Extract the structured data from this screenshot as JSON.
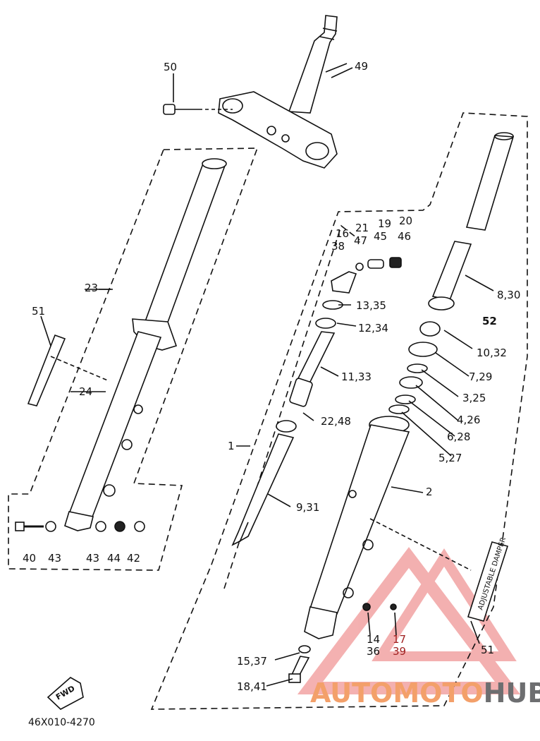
{
  "diagram": {
    "drawing_code": "46X010-4270",
    "labels": {
      "p50": "50",
      "p49": "49",
      "p23": "23",
      "p51a": "51",
      "p24": "24",
      "p40": "40",
      "p43a": "43",
      "p43b": "43",
      "p44": "44",
      "p42": "42",
      "p16": "16",
      "p38": "38",
      "p21": "21",
      "p47": "47",
      "p19": "19",
      "p45": "45",
      "p20": "20",
      "p46": "46",
      "p13_35": "13,35",
      "p12_34": "12,34",
      "p11_33": "11,33",
      "p22_48": "22,48",
      "p1": "1",
      "p9_31": "9,31",
      "p2": "2",
      "p8_30": "8,30",
      "p52": "52",
      "p10_32": "10,32",
      "p7_29": "7,29",
      "p3_25": "3,25",
      "p4_26": "4,26",
      "p6_28": "6,28",
      "p5_27": "5,27",
      "p14_36": "14\n36",
      "p17_39": "17\n39",
      "p51b": "51",
      "p15_37": "15,37",
      "p18_41": "18,41"
    },
    "sticker_text": "ADJUSTABLE DAMPER",
    "fwd_text": "FWD"
  },
  "watermark": {
    "part_a": "AUTOMOTO",
    "part_b": "HUB",
    "color_a": "#f3a06a",
    "color_b": "#6d6e70"
  }
}
